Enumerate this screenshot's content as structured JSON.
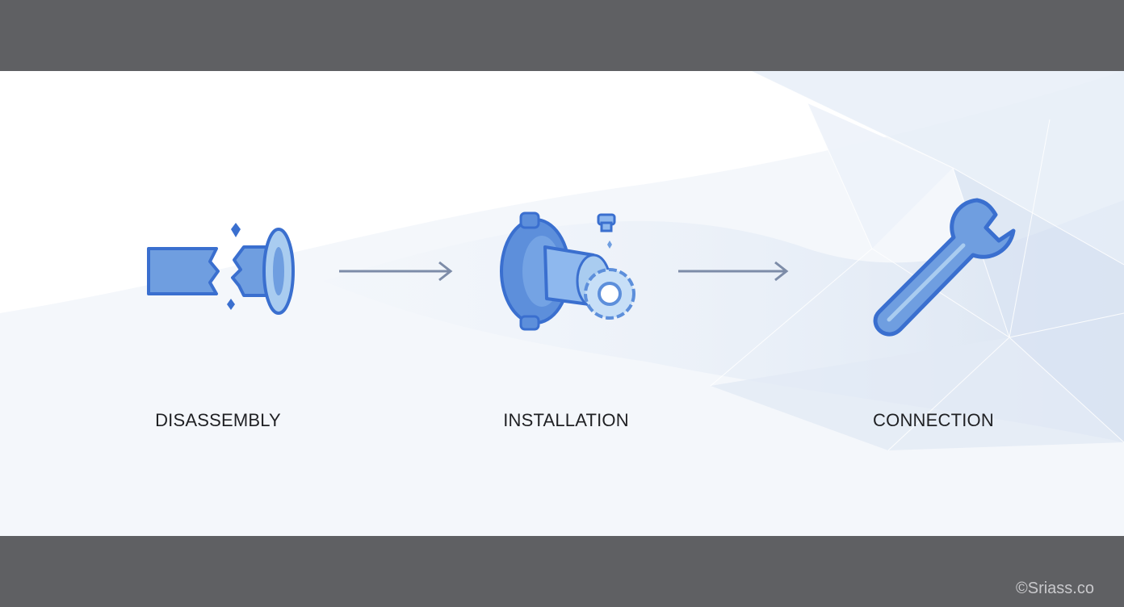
{
  "steps": [
    {
      "label": "DISASSEMBLY",
      "icon": "broken-pipe-icon"
    },
    {
      "label": "INSTALLATION",
      "icon": "pump-valve-icon"
    },
    {
      "label": "CONNECTION",
      "icon": "wrench-icon"
    }
  ],
  "arrows": [
    "arrow-right-icon",
    "arrow-right-icon"
  ],
  "watermark": "©Sriass.co",
  "colors": {
    "icon_fill": "#6f9ee0",
    "icon_stroke": "#3a6fcf",
    "icon_light": "#a9ccf0",
    "arrow": "#7d8ca8",
    "band": "#5f6063",
    "label": "#1f2023"
  }
}
